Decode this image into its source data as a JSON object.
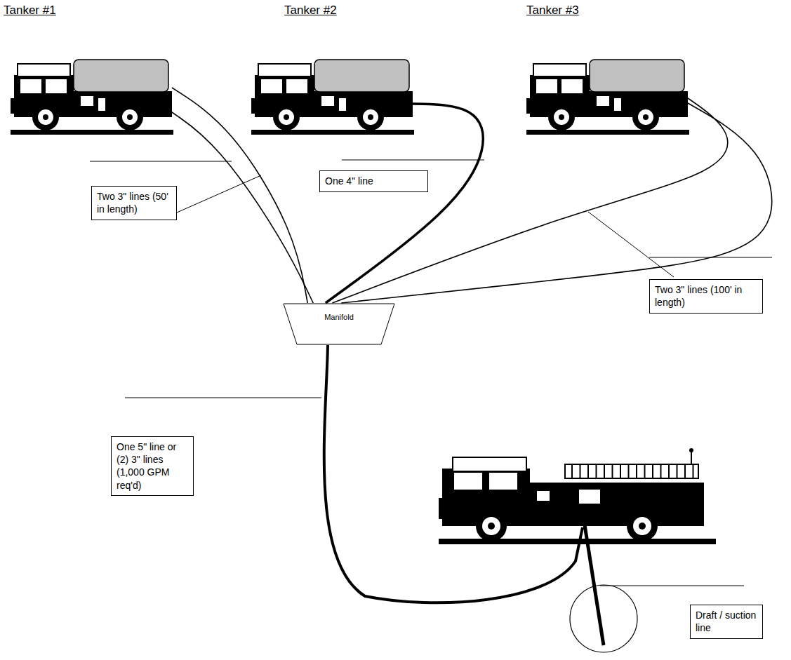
{
  "diagram": {
    "nodes": [
      {
        "text": [
          "Tanker #1"
        ]
      },
      {
        "text": [
          "Tanker #2"
        ]
      },
      {
        "text": [
          "Tanker #3"
        ]
      },
      {
        "text": [
          "Two 3\" lines (50' in length)"
        ]
      },
      {
        "text": [
          "One 4\" line"
        ]
      },
      {
        "text": [
          "Manifold"
        ]
      },
      {
        "text": [
          "Two 3\" lines (100' in length)"
        ]
      },
      {
        "text": [
          "One 5\" line or (2) 3\" lines (1,000 GPM req'd)"
        ]
      },
      {
        "text": [
          "Draft / suction line"
        ]
      }
    ],
    "edges": [
      {
        "from": 0,
        "to": 5,
        "arrow": "none"
      },
      {
        "from": 0,
        "to": 5,
        "arrow": "none"
      },
      {
        "from": 1,
        "to": 5,
        "arrow": "none"
      },
      {
        "from": 2,
        "to": 5,
        "arrow": "none"
      },
      {
        "from": 2,
        "to": 5,
        "arrow": "none"
      }
    ]
  }
}
